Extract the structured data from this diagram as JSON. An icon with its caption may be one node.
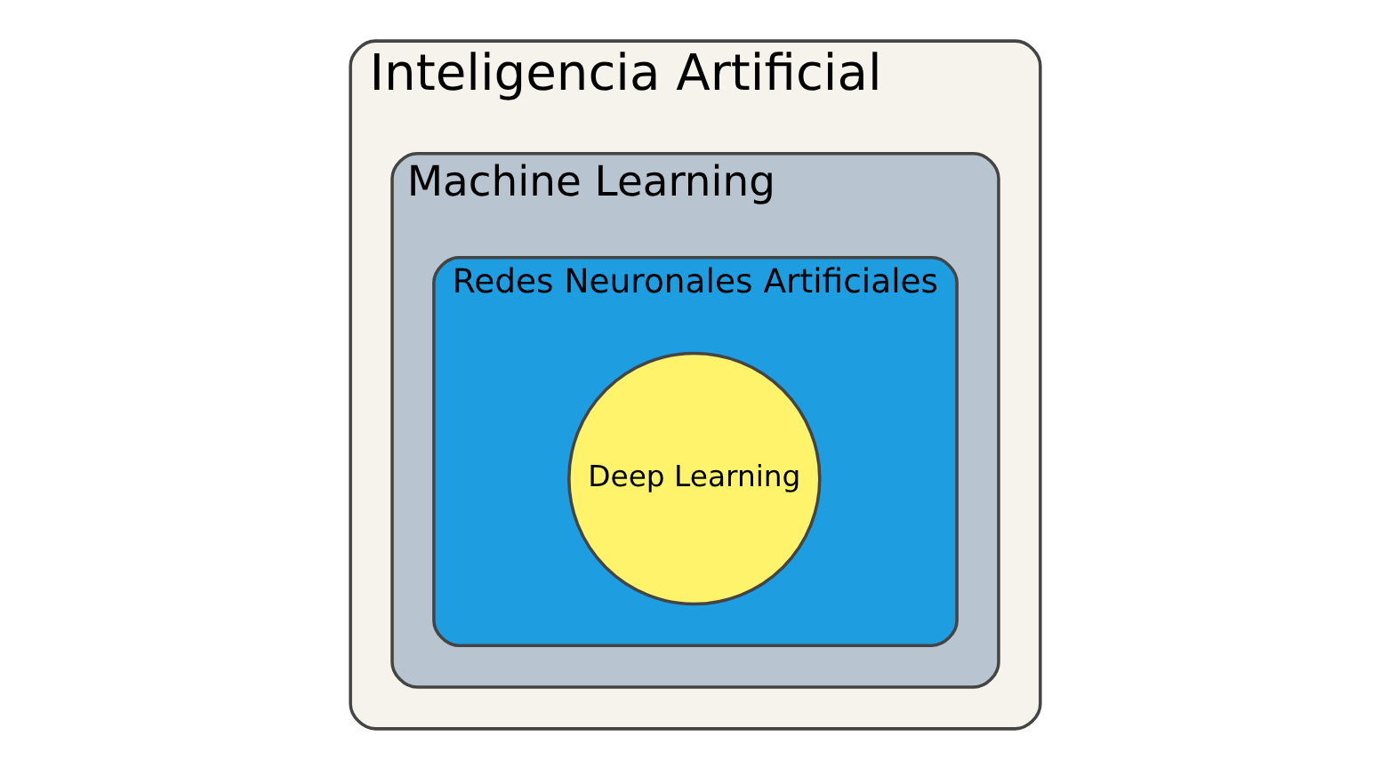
{
  "diagram": {
    "nodes": [
      {
        "text": [
          "Inteligencia Artificial"
        ]
      },
      {
        "text": [
          "Machine Learning"
        ],
        "in": 0
      },
      {
        "text": [
          "Redes Neuronales Artificiales"
        ],
        "in": 1
      },
      {
        "text": [
          "Deep Learning"
        ],
        "in": 2
      }
    ]
  }
}
